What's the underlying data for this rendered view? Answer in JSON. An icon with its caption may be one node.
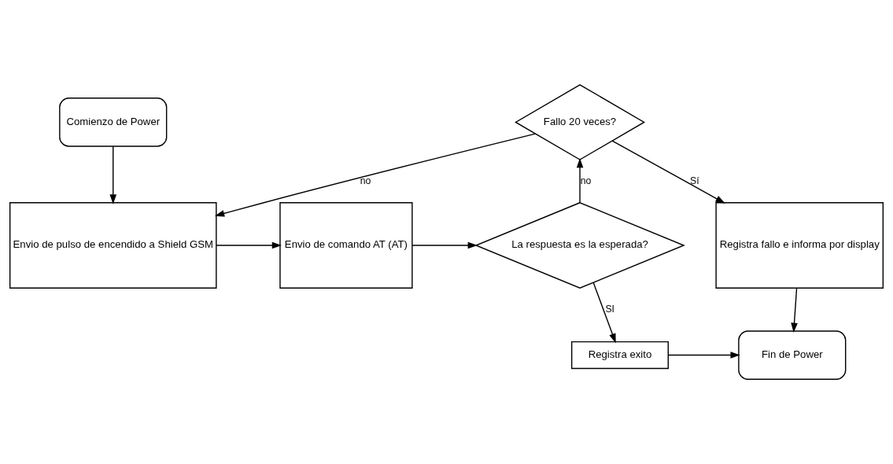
{
  "diagram": {
    "nodes": [
      {
        "text": [
          "Comienzo de Power"
        ]
      },
      {
        "text": [
          "Envio de pulso de encendido a Shield GSM"
        ]
      },
      {
        "text": [
          "Envio de comando AT (AT)"
        ]
      },
      {
        "text": [
          "La respuesta es la esperada?"
        ]
      },
      {
        "text": [
          "Fallo 20 veces?"
        ]
      },
      {
        "text": [
          "Registra fallo e informa por display"
        ]
      },
      {
        "text": [
          "Registra exito"
        ]
      },
      {
        "text": [
          "Fin de Power"
        ]
      }
    ],
    "edges": [
      {
        "from": 0,
        "to": 1,
        "arrow": "to"
      },
      {
        "from": 1,
        "to": 2,
        "arrow": "to"
      },
      {
        "from": 2,
        "to": 3,
        "arrow": "to"
      },
      {
        "from": 3,
        "to": 4,
        "arrow": "to",
        "label": "no"
      },
      {
        "from": 4,
        "to": 1,
        "arrow": "to",
        "label": "no"
      },
      {
        "from": 4,
        "to": 5,
        "arrow": "to",
        "label": "Sí"
      },
      {
        "from": 3,
        "to": 6,
        "arrow": "to",
        "label": "SI"
      },
      {
        "from": 6,
        "to": 7,
        "arrow": "to"
      },
      {
        "from": 5,
        "to": 7,
        "arrow": "to"
      }
    ]
  }
}
